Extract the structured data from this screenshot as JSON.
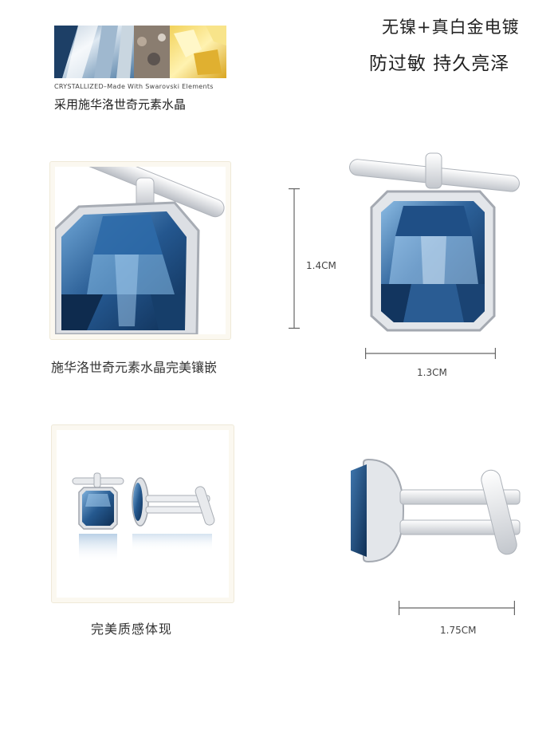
{
  "brand": {
    "tagline": "CRYSTALLIZED–Made With Swarovski Elements",
    "subtitle": "采用施华洛世奇元素水晶"
  },
  "features": {
    "line1": "无镍+真白金电镀",
    "line2": "防过敏  持久亮泽"
  },
  "captions": {
    "closeup": "施华洛世奇元素水晶完美镶嵌",
    "pair": "完美质感体现"
  },
  "dimensions": {
    "height": "1.4CM",
    "width": "1.3CM",
    "depth": "1.75CM"
  },
  "colors": {
    "crystal": "#1f4f86",
    "silver": "#e6e8ec",
    "frame": "#fbf8f0"
  }
}
